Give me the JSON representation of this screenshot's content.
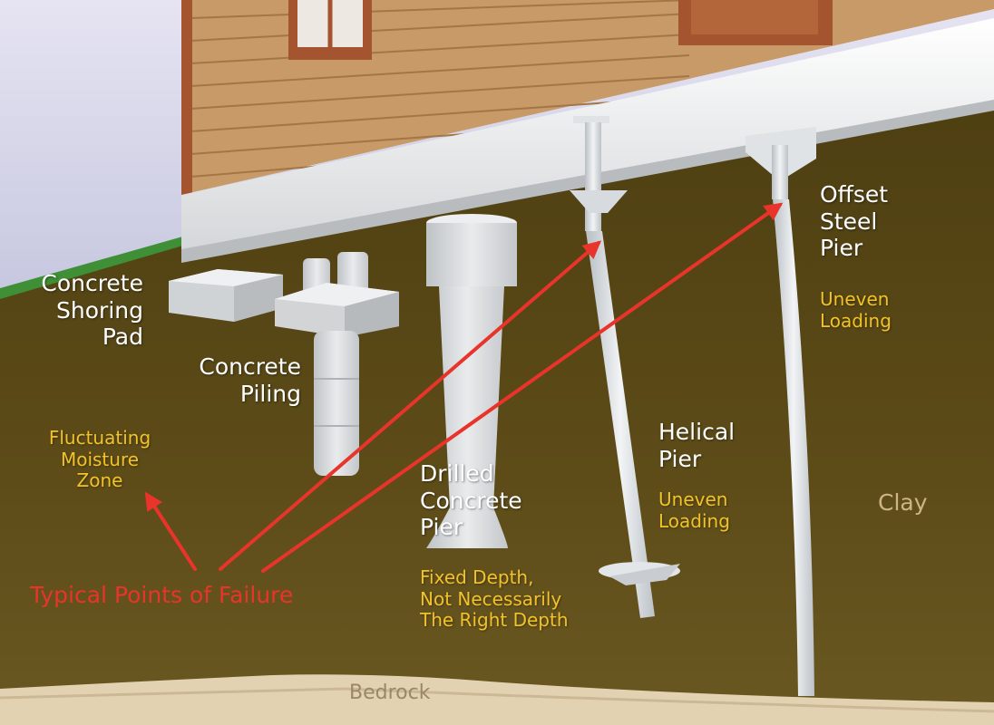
{
  "labels": {
    "shoring_pad": [
      "Concrete",
      "Shoring",
      "Pad"
    ],
    "piling": [
      "Concrete",
      "Piling"
    ],
    "moisture_zone": [
      "Fluctuating",
      "Moisture",
      "Zone"
    ],
    "drilled_pier": [
      "Drilled",
      "Concrete",
      "Pier"
    ],
    "drilled_pier_note": [
      "Fixed Depth,",
      "Not Necessarily",
      "The Right Depth"
    ],
    "helical_pier": [
      "Helical",
      "Pier"
    ],
    "helical_pier_note": [
      "Uneven",
      "Loading"
    ],
    "offset_pier": [
      "Offset",
      "Steel",
      "Pier"
    ],
    "offset_pier_note": [
      "Uneven",
      "Loading"
    ],
    "failure": "Typical Points of Failure",
    "clay": "Clay",
    "bedrock": "Bedrock"
  },
  "colors": {
    "soil": "#5b4a16",
    "bedrock": "#e3d2b2",
    "siding": "#c79a68",
    "foundation": "#eceeef",
    "concrete": "#d8dadb",
    "steel": "#dfe3e6",
    "grass": "#3e8f35",
    "sky": "#cfd0e6",
    "arrow": "#e8342a",
    "label_white": "#ffffff",
    "label_yellow": "#f2c22a"
  }
}
